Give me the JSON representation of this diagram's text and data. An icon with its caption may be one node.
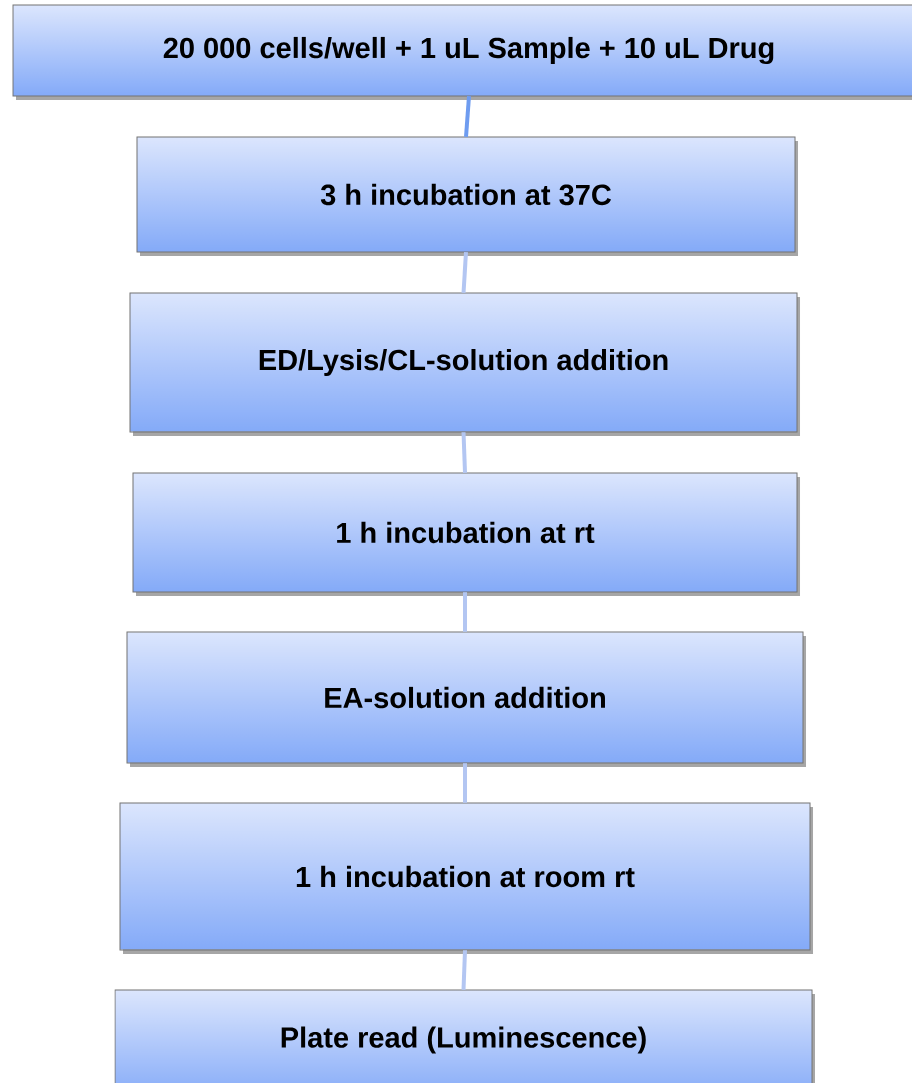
{
  "diagram": {
    "nodes": [
      {
        "text": [
          "20 000 cells/well + 1 uL Sample + 10 uL Drug"
        ]
      },
      {
        "text": [
          "3 h incubation at 37C"
        ]
      },
      {
        "text": [
          "ED/Lysis/CL-solution addition"
        ]
      },
      {
        "text": [
          "1 h incubation at rt"
        ]
      },
      {
        "text": [
          "EA-solution addition"
        ]
      },
      {
        "text": [
          "1 h incubation at room rt"
        ]
      },
      {
        "text": [
          "Plate read (Luminescence)"
        ]
      }
    ],
    "edges": [
      {
        "from": 0,
        "to": 1,
        "arrow": "none",
        "color": "#6e9cf0"
      },
      {
        "from": 1,
        "to": 2,
        "arrow": "none"
      },
      {
        "from": 2,
        "to": 3,
        "arrow": "none"
      },
      {
        "from": 3,
        "to": 4,
        "arrow": "none"
      },
      {
        "from": 4,
        "to": 5,
        "arrow": "none"
      },
      {
        "from": 5,
        "to": 6,
        "arrow": "none"
      }
    ]
  }
}
